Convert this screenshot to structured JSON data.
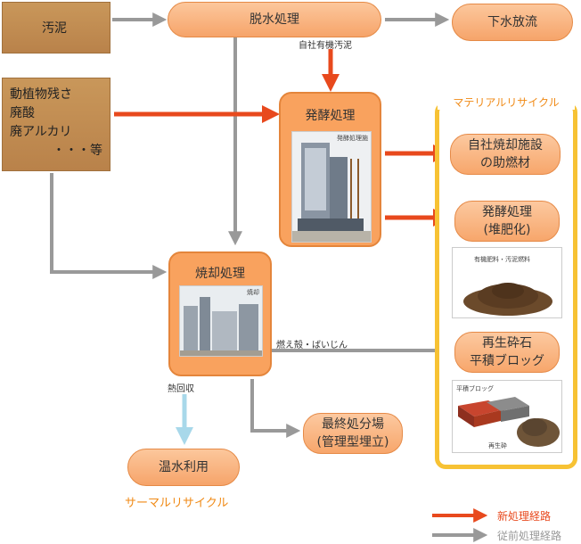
{
  "nodes": {
    "sludge": "汚泥",
    "residue_line1": "動植物残さ",
    "residue_line2": "廃酸",
    "residue_line3": "廃アルカリ",
    "residue_line4": "・・・等",
    "dewatering": "脱水処理",
    "sewer": "下水放流",
    "fermentation": "発酵処理",
    "incineration": "焼却処理",
    "landfill_line1": "最終処分場",
    "landfill_line2": "(管理型埋立)",
    "hot_water": "温水利用",
    "aux_fuel_line1": "自社焼却施設",
    "aux_fuel_line2": "の助燃材",
    "compost_line1": "発酵処理",
    "compost_line2": "(堆肥化)",
    "blocks_line1": "再生砕石",
    "blocks_line2": "平積ブロッグ"
  },
  "labels": {
    "own_organic_sludge": "自社有機汚泥",
    "ash": "燃え殻・ばいじん",
    "heat_recovery": "熱回収",
    "material_recycle": "マテリアルリサイクル",
    "thermal_recycle": "サーマルリサイクル"
  },
  "photo_captions": {
    "fermentation": "発酵処理施",
    "incineration": "焼却",
    "compost": "有機肥料・汚泥燃料",
    "blocks": "平積ブロッグ",
    "crushed": "再生砕"
  },
  "legend": {
    "new_route": "新処理経路",
    "old_route": "従前処理経路"
  },
  "colors": {
    "new_route": "#e8491d",
    "old_route": "#999999",
    "accent_orange": "#f08a16",
    "recycle_frame": "#f7c234"
  }
}
